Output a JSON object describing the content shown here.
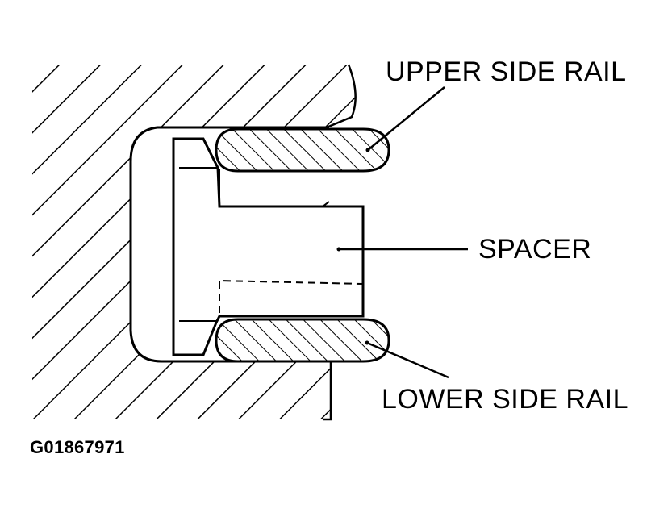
{
  "labels": {
    "upper_side_rail": "UPPER SIDE RAIL",
    "spacer": "SPACER",
    "lower_side_rail": "LOWER SIDE RAIL"
  },
  "figure_id": "G01867971",
  "colors": {
    "ink": "#000000",
    "background": "#ffffff"
  }
}
